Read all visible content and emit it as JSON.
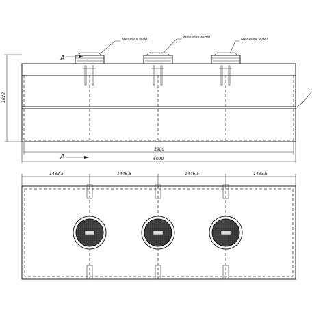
{
  "front_view": {
    "lid_label_1": "Menetes fedél",
    "lid_label_2": "Menetes fedél",
    "lid_label_3": "Menetes fedél",
    "height_dim": "1822",
    "inner_length_dim": "5900",
    "overall_length_dim": "6020",
    "section_mark_top": "A",
    "section_mark_bottom": "A"
  },
  "top_view": {
    "spacing_dims": [
      "1483,5",
      "1446,5",
      "1446,5",
      "1483,5"
    ]
  }
}
